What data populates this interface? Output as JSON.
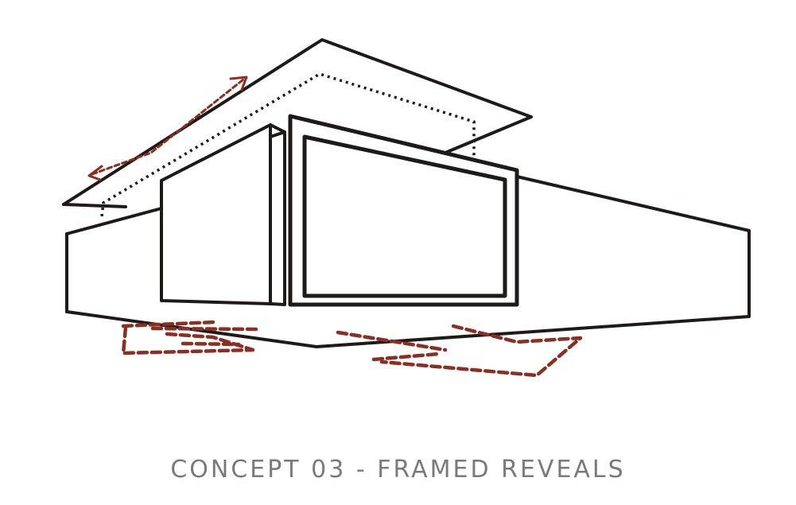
{
  "caption": "CONCEPT 03 - FRAMED REVEALS",
  "colors": {
    "line": "#1e1a1a",
    "accent": "#8b2f22",
    "caption": "#7a7a7a"
  },
  "elements": {
    "roof": "roof-canopy",
    "roof_edge": "roof-inset-dotted-outline",
    "arrow": "double-headed-arrow-icon",
    "body": "building-body",
    "left_frame": "left-framed-panel",
    "right_frame": "right-framed-window",
    "shadows": "ground-shadow-dashes"
  }
}
